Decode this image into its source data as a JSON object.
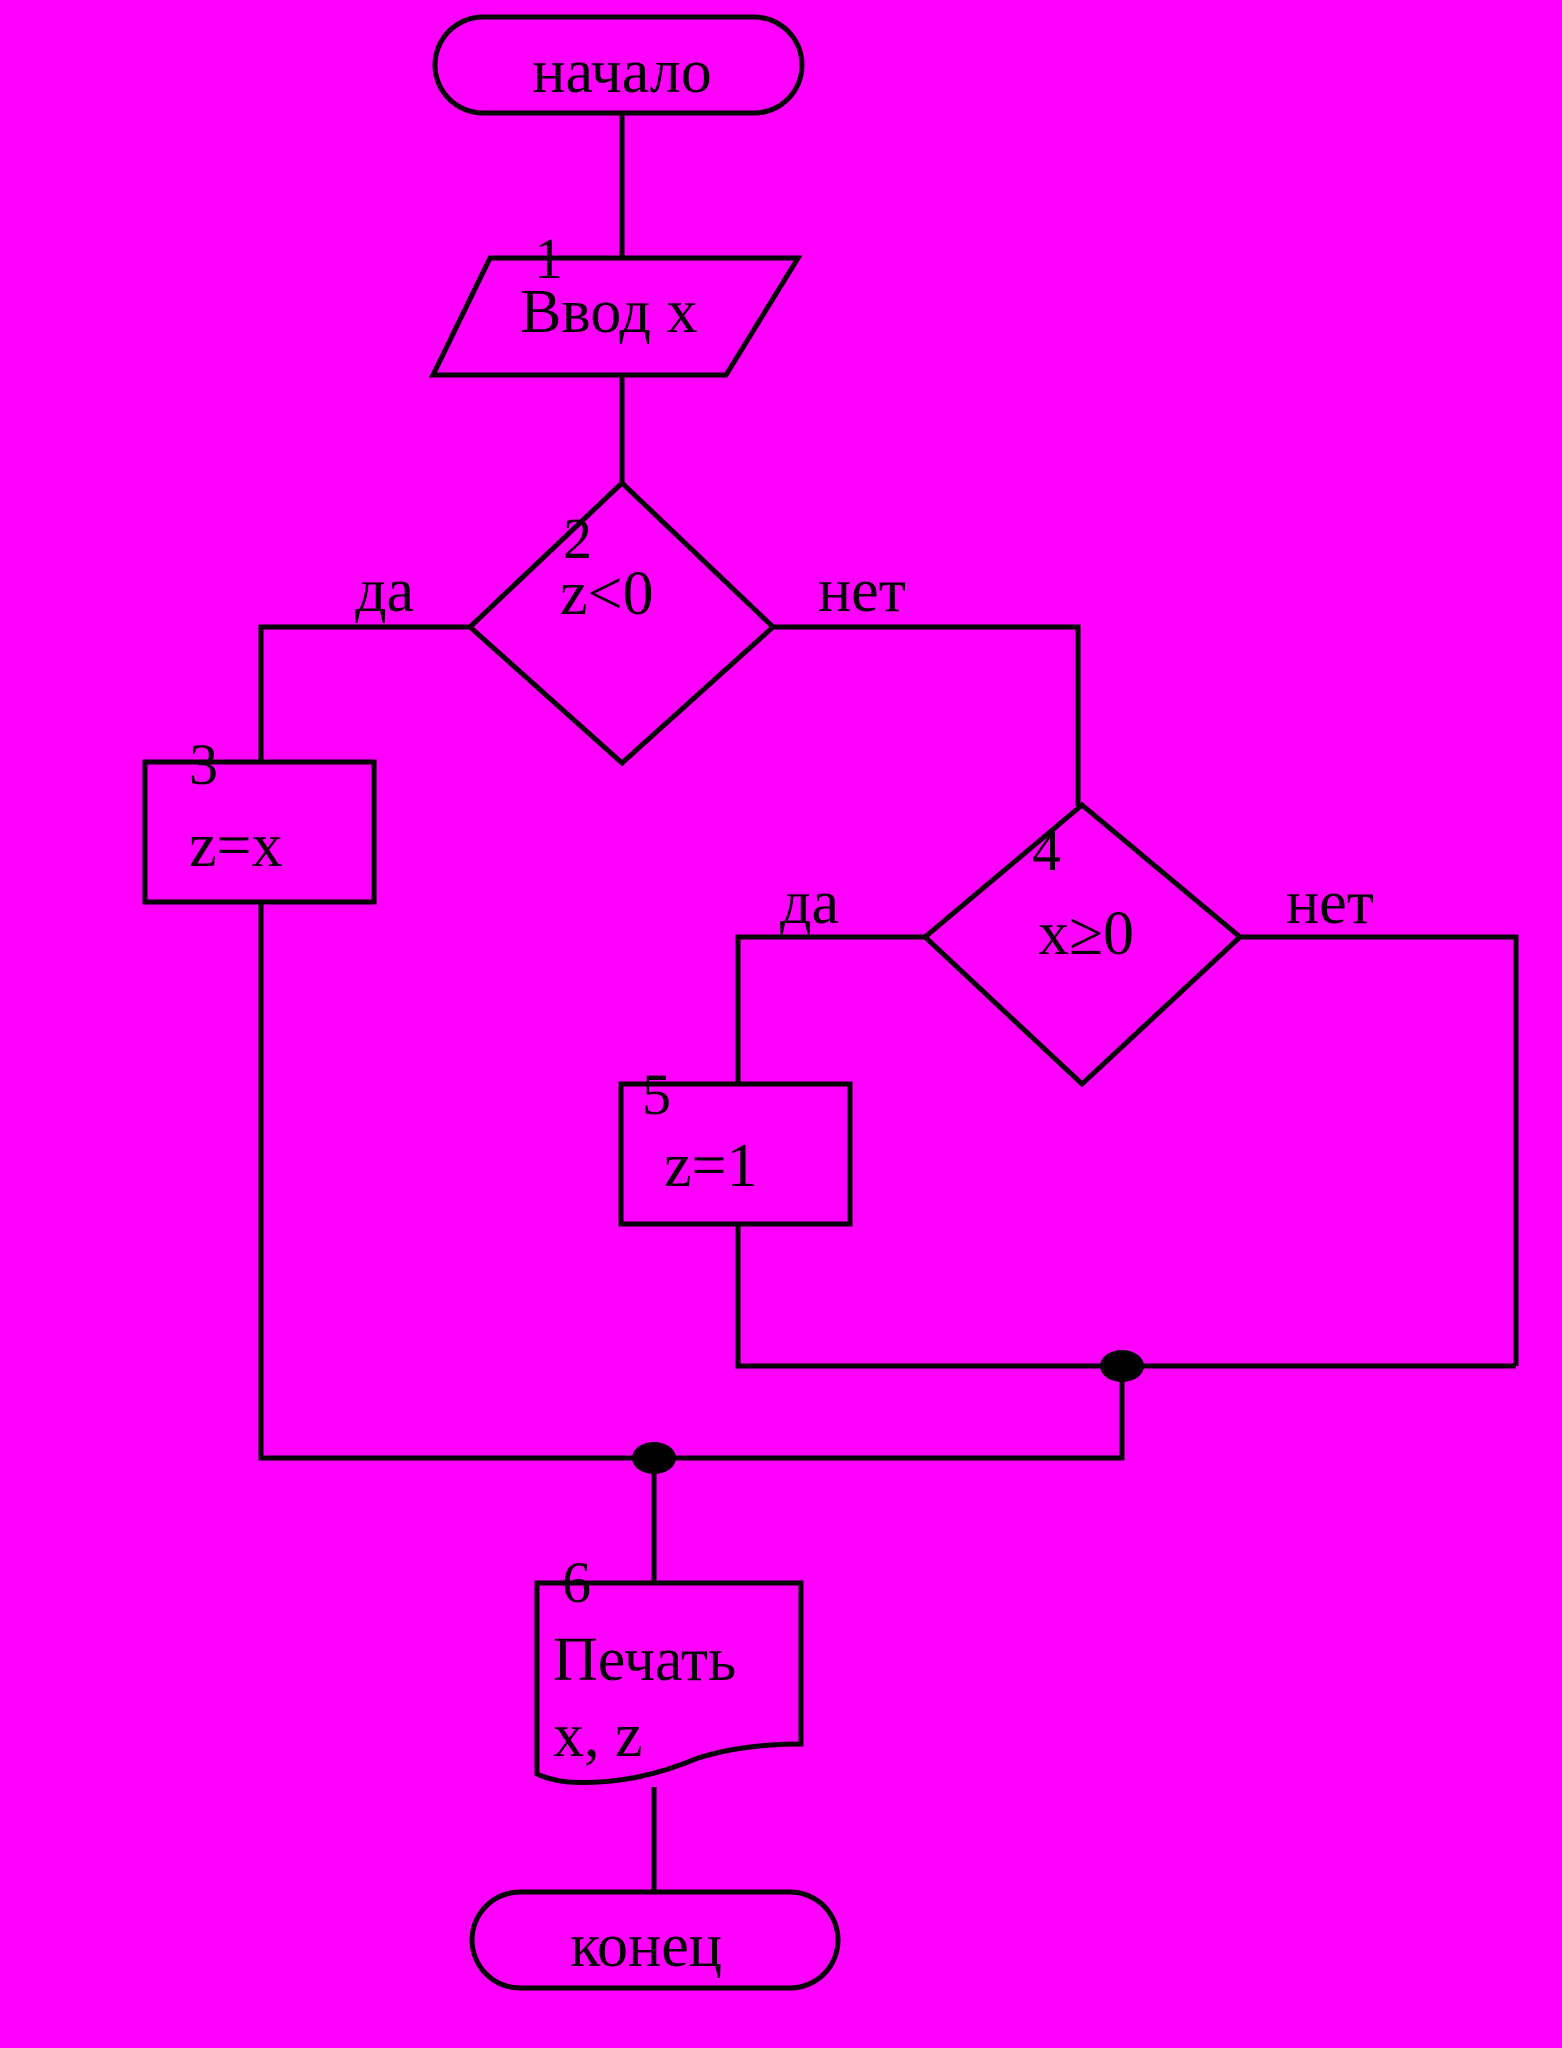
{
  "colors": {
    "background": "#ff00ff",
    "frame": "#000000",
    "ink": "#000000"
  },
  "terminals": {
    "start": "начало",
    "end": "конец"
  },
  "blocks": {
    "b1": {
      "number": "1",
      "text": "Ввод x"
    },
    "b2": {
      "number": "2",
      "text": "z<0"
    },
    "b3": {
      "number": "3",
      "text": "z=x"
    },
    "b4": {
      "number": "4",
      "text": "x≥0"
    },
    "b5": {
      "number": "5",
      "text": "z=1"
    },
    "b6": {
      "number": "6",
      "line1": "Печать",
      "line2": "x, z"
    }
  },
  "branches": {
    "b2_yes": "да",
    "b2_no": "нет",
    "b4_yes": "да",
    "b4_no": "нет"
  }
}
